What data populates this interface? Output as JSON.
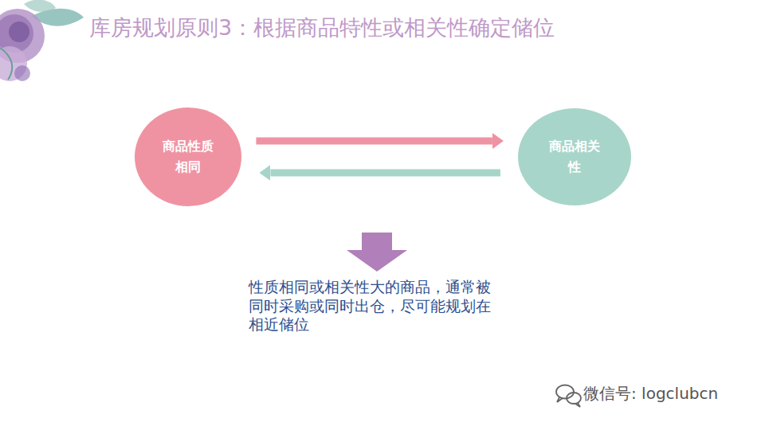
{
  "diagram": {
    "title": "库房规划原则3：根据商品特性或相关性确定储位",
    "nodes": [
      {
        "text": [
          "商品性质相同"
        ]
      },
      {
        "text": [
          "商品相关性"
        ]
      }
    ],
    "edges": [
      {
        "from": 0,
        "to": 1,
        "arrow": "to"
      },
      {
        "from": 1,
        "to": 0,
        "arrow": "to"
      }
    ],
    "labels": [
      "性质相同或相关性大的商品，通常被同时采购或同时出仓，尽可能规划在相近储位",
      "微信号: logclubcn"
    ]
  }
}
